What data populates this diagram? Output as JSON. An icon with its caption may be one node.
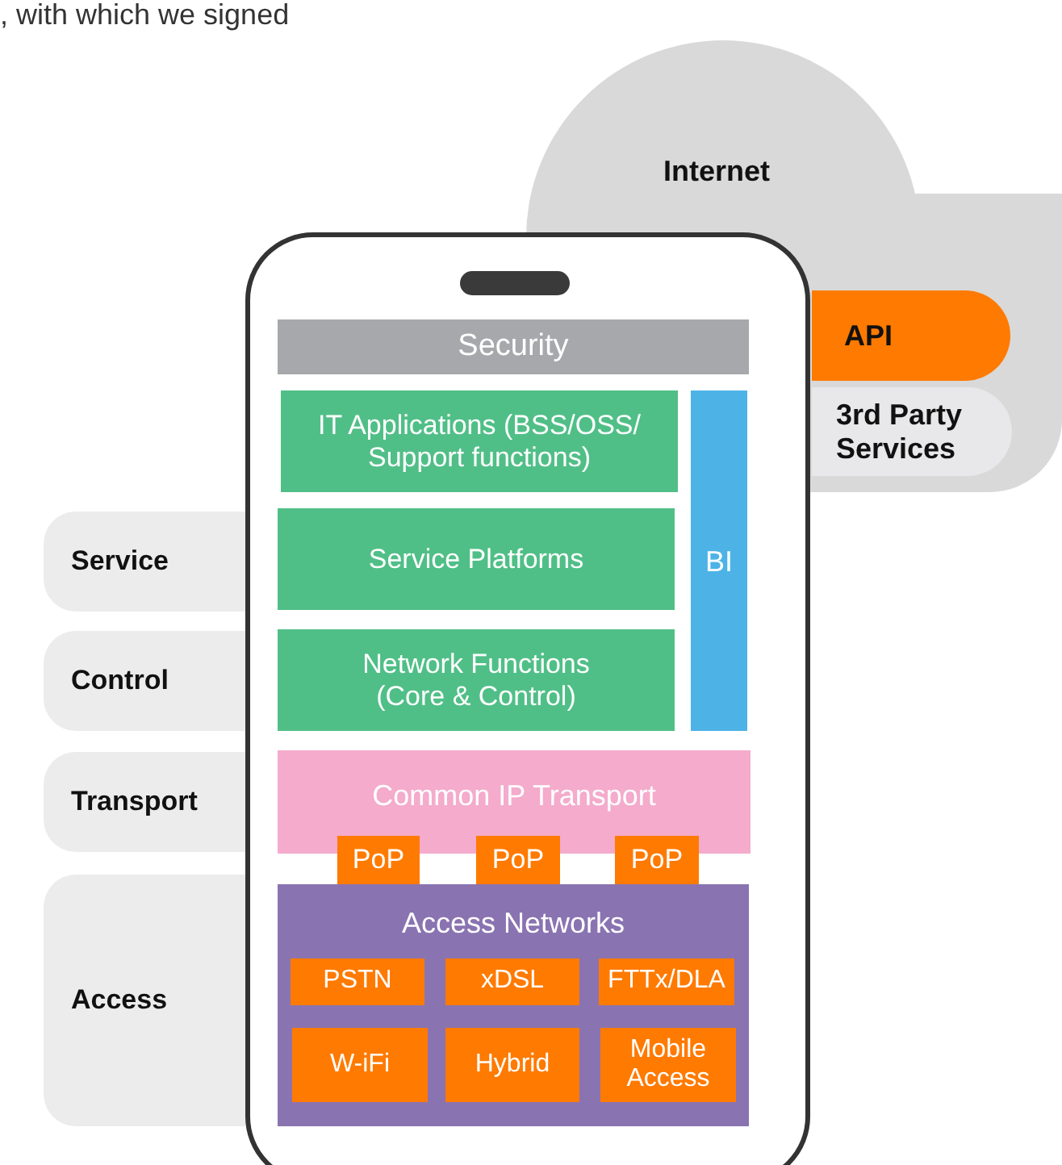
{
  "diagram": {
    "nodes": [
      {
        "text": [
          "Internet"
        ]
      },
      {
        "text": [
          "API"
        ]
      },
      {
        "text": [
          "3rd Party Services"
        ]
      },
      {
        "text": [],
        "shape": "phone"
      },
      {
        "text": [
          "Security"
        ],
        "in": 3
      },
      {
        "text": [
          "IT Applications (BSS/OSS/ Support functions)"
        ],
        "in": 3
      },
      {
        "text": [
          "BI"
        ],
        "in": 3
      },
      {
        "text": [
          "Service Platforms"
        ],
        "in": 3
      },
      {
        "text": [
          "Network Functions (Core & Control)"
        ],
        "in": 3
      },
      {
        "text": [
          "Common IP Transport"
        ],
        "in": 3
      },
      {
        "text": [
          "PoP"
        ],
        "in": 3
      },
      {
        "text": [
          "PoP"
        ],
        "in": 3
      },
      {
        "text": [
          "PoP"
        ],
        "in": 3
      },
      {
        "text": [
          "Access Networks"
        ],
        "in": 3
      },
      {
        "text": [
          "PSTN"
        ],
        "in": 13
      },
      {
        "text": [
          "xDSL"
        ],
        "in": 13
      },
      {
        "text": [
          "FTTx/DLA"
        ],
        "in": 13
      },
      {
        "text": [
          "W-iFi"
        ],
        "in": 13
      },
      {
        "text": [
          "Hybrid"
        ],
        "in": 13
      },
      {
        "text": [
          "Mobile Access"
        ],
        "in": 13
      },
      {
        "text": [
          "Service"
        ]
      },
      {
        "text": [
          "Control"
        ]
      },
      {
        "text": [
          "Transport"
        ]
      },
      {
        "text": [
          "Access"
        ]
      }
    ],
    "labels": [
      ", with which we signed"
    ]
  }
}
